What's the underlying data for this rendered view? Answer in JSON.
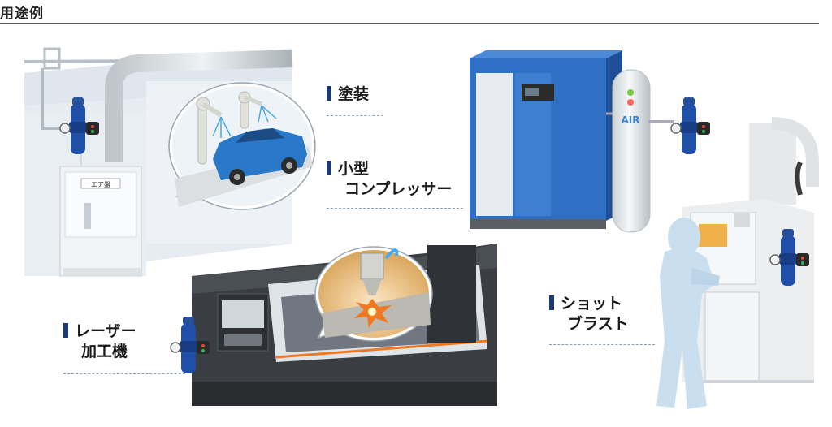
{
  "header": {
    "title": "用途例"
  },
  "labels": {
    "painting": "塗装",
    "compressor_line1": "小型",
    "compressor_line2": "コンプレッサー",
    "laser_line1": "レーザー",
    "laser_line2": "加工機",
    "blast_line1": "ショット",
    "blast_line2": "ブラスト"
  },
  "machine_text": {
    "air_tank": "AIR",
    "air_panel": "エア盤"
  },
  "icons": [
    "regulator-unit-icon",
    "car-icon",
    "robot-arm-icon",
    "laser-spark-icon"
  ],
  "colors": {
    "label_bar": "#1d3a78",
    "regulator_blue": "#1f4fa8",
    "compressor_blue": "#2f6fc4",
    "spark_orange": "#f07820"
  }
}
